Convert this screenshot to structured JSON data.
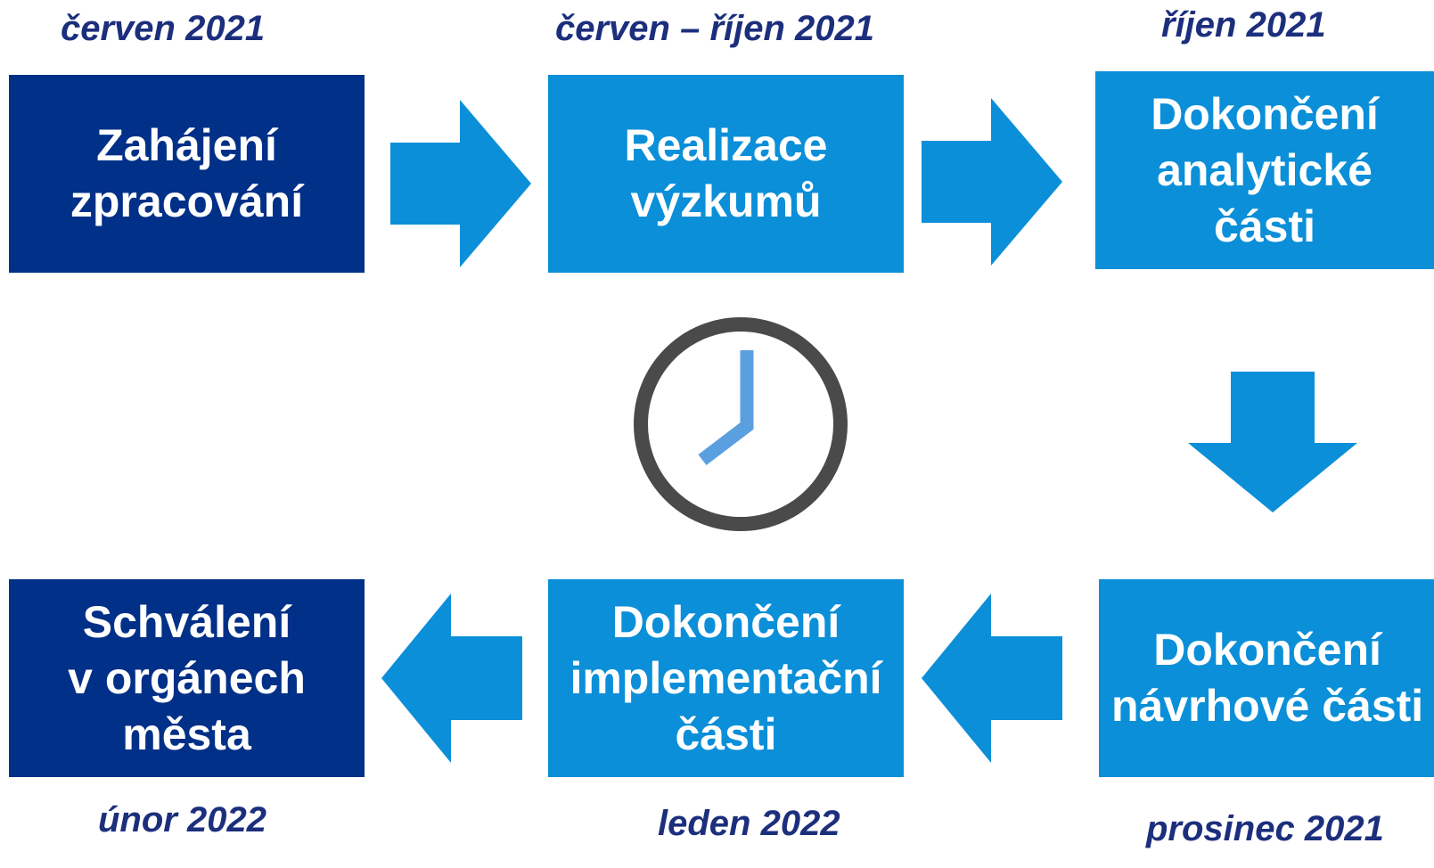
{
  "colors": {
    "dark_box": "#003087",
    "light_box": "#0b8fd8",
    "arrow": "#0b8fd8",
    "date_text": "#1c2f7d",
    "clock_ring": "#4a4a4a",
    "clock_hands": "#5aa0e0"
  },
  "steps": [
    {
      "label": "Zahájení\nzpracování",
      "date": "červen 2021"
    },
    {
      "label": "Realizace\nvýzkumů",
      "date": "červen – říjen 2021"
    },
    {
      "label": "Dokončení\nanalytické\nčásti",
      "date": "říjen 2021"
    },
    {
      "label": "Dokončení\nnávrhové části",
      "date": "prosinec 2021"
    },
    {
      "label": "Dokončení\nimplementační\nčásti",
      "date": "leden 2022"
    },
    {
      "label": "Schválení\nv orgánech\nměsta",
      "date": "únor 2022"
    }
  ],
  "icons": {
    "clock": "clock-icon",
    "arrow_right": "arrow-right-icon",
    "arrow_down": "arrow-down-icon",
    "arrow_left": "arrow-left-icon"
  }
}
